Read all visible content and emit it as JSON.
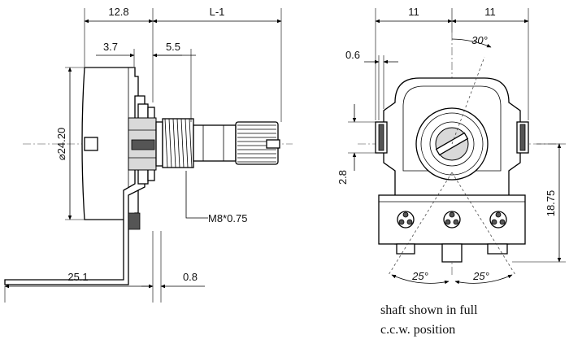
{
  "side_view": {
    "dims": {
      "body_depth": "12.8",
      "shaft_length": "L-1",
      "bushing_offset": "3.7",
      "thread_length": "5.5",
      "diameter": "⌀24.20",
      "thread_spec": "M8*0.75",
      "bracket_length": "25.1",
      "bracket_thickness": "0.8"
    }
  },
  "front_view": {
    "dims": {
      "half_width_left": "11",
      "half_width_right": "11",
      "slot_angle": "30°",
      "tab_width": "0.6",
      "tab_height": "2.8",
      "terminal_height": "18.75",
      "terminal_angle_left": "25°",
      "terminal_angle_right": "25°"
    }
  },
  "caption": {
    "line1": "shaft shown in full",
    "line2": "c.c.w. position"
  }
}
